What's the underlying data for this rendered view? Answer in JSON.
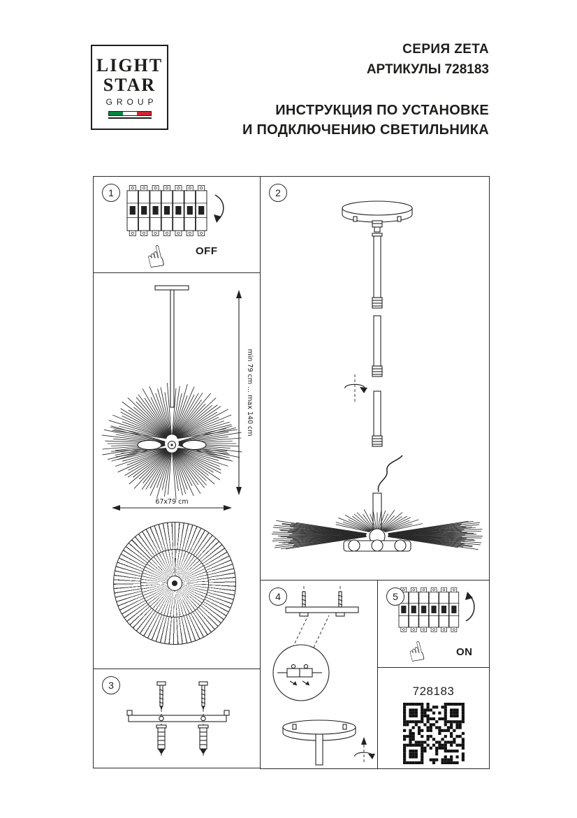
{
  "logo": {
    "line1": "LIGHT",
    "line2": "STAR",
    "line3": "GROUP"
  },
  "header": {
    "series": "СЕРИЯ ZETA",
    "articles": "АРТИКУЛЫ 728183",
    "title_line1": "ИНСТРУКЦИЯ ПО УСТАНОВКЕ",
    "title_line2": "И ПОДКЛЮЧЕНИЮ СВЕТИЛЬНИКА"
  },
  "steps": [
    {
      "number": "1",
      "label": "OFF"
    },
    {
      "number": "2",
      "label": ""
    },
    {
      "number": "3",
      "label": ""
    },
    {
      "number": "4",
      "label": ""
    },
    {
      "number": "5",
      "label": "ON"
    }
  ],
  "dimensions": {
    "height": "min 79 cm ... max 140 cm",
    "width": "67x79 cm"
  },
  "footer": {
    "article": "728183"
  },
  "icons": {
    "pointing_hand": "☝"
  },
  "colors": {
    "ink": "#1d1d1b",
    "flag_green": "#00853f",
    "flag_white": "#ffffff",
    "flag_red": "#cf2734"
  }
}
